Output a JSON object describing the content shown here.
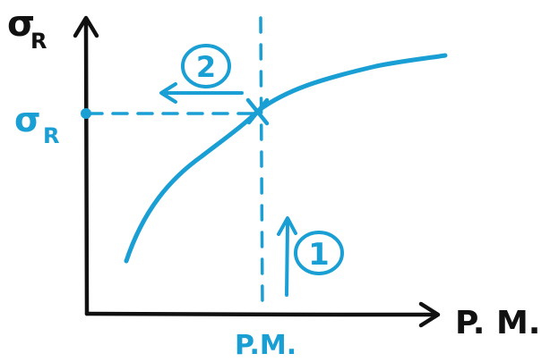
{
  "colors": {
    "axes": "#111111",
    "accent": "#1a9fd4",
    "background": "#ffffff"
  },
  "axes": {
    "y_symbol": "σ",
    "y_subscript": "R",
    "x_label": "P. M."
  },
  "markers": {
    "y_value_symbol": "σ",
    "y_value_subscript": "R",
    "x_value_label": "P.M."
  },
  "steps": [
    {
      "number": "1",
      "direction": "up"
    },
    {
      "number": "2",
      "direction": "left"
    }
  ]
}
